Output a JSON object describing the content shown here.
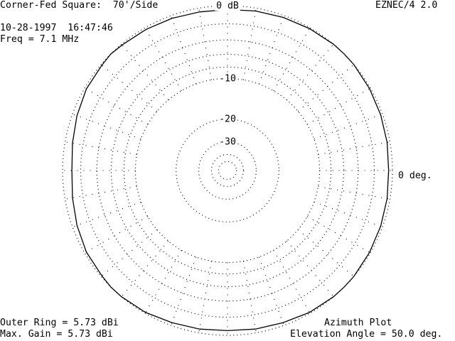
{
  "header": {
    "title": "Corner-Fed Square:  70'/Side",
    "program": "EZNEC/4 2.0",
    "date_time": "10-28-1997  16:47:46",
    "frequency": "Freq = 7.1 MHz"
  },
  "footer": {
    "outer_ring": "Outer Ring = 5.73 dBi",
    "max_gain": "Max. Gain = 5.73 dBi",
    "plot_type": "Azimuth Plot",
    "elevation": "Elevation Angle = 50.0 deg."
  },
  "colors": {
    "background": "#ffffff",
    "foreground": "#000000"
  },
  "chart_data": {
    "type": "polar-line",
    "scale": "ARRL log, dB relative to outer ring",
    "ring_labels": [
      "0 dB",
      "-10",
      "-20",
      "-30"
    ],
    "ring_values_db": [
      0,
      -2,
      -4,
      -6,
      -8,
      -10,
      -20,
      -30,
      -40,
      -50
    ],
    "spoke_interval_deg": 10,
    "angle_label": "0 deg.",
    "outer_ring_dbi": 5.73,
    "max_gain_dbi": 5.73,
    "series": [
      {
        "azimuth_deg": [
          0,
          10,
          20,
          30,
          40,
          45,
          50,
          60,
          70,
          80,
          90,
          100,
          110,
          120,
          130,
          135,
          140,
          150,
          160,
          170,
          180,
          190,
          200,
          210,
          220,
          225,
          230,
          240,
          250,
          260,
          270,
          280,
          290,
          300,
          310,
          315,
          320,
          330,
          340,
          350
        ],
        "gain_db": [
          -0.4,
          -0.3,
          -0.2,
          -0.1,
          0,
          0,
          0,
          -0.1,
          -0.2,
          -0.3,
          -0.4,
          -0.4,
          -0.3,
          -0.2,
          -0.1,
          0,
          -0.1,
          -0.2,
          -0.5,
          -0.8,
          -1.0,
          -0.8,
          -0.5,
          -0.2,
          -0.1,
          0,
          0,
          -0.1,
          -0.3,
          -0.4,
          -0.5,
          -0.4,
          -0.3,
          -0.1,
          0,
          0,
          0,
          -0.1,
          -0.2,
          -0.3
        ]
      }
    ]
  }
}
